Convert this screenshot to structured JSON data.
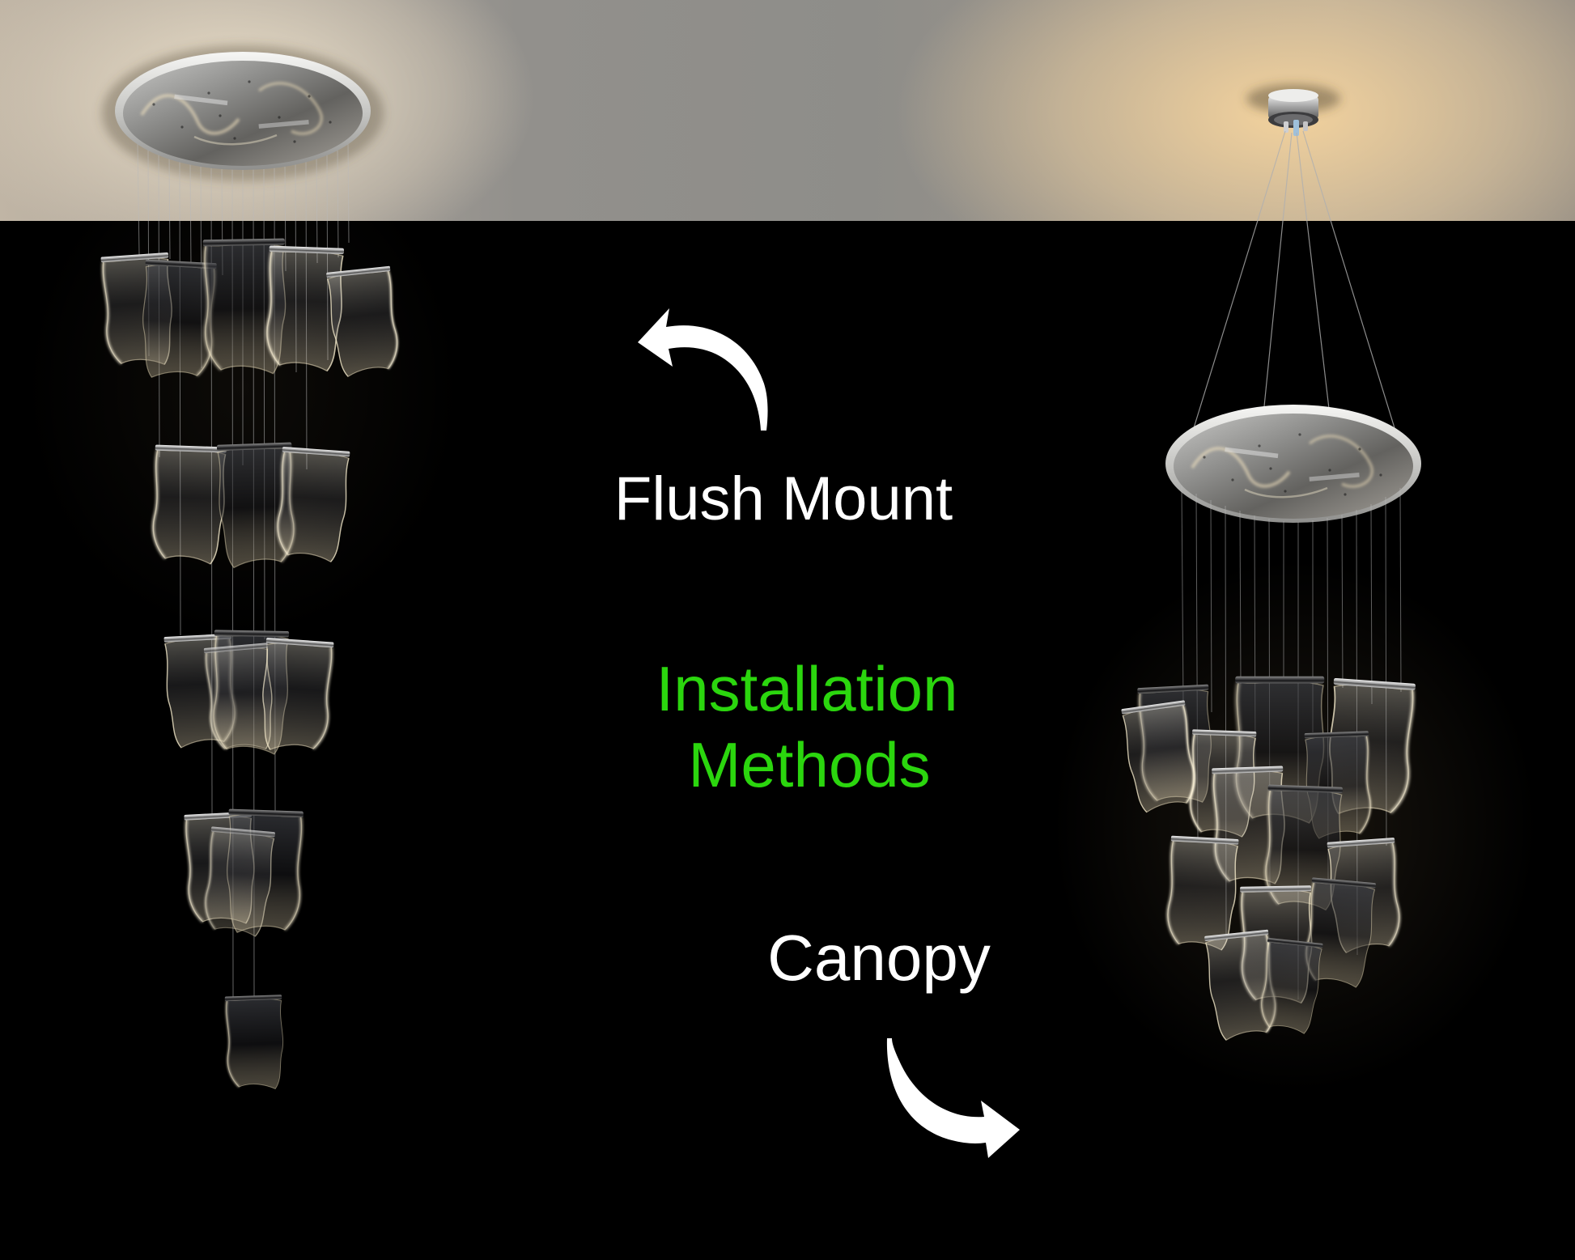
{
  "page": {
    "title": "Installation Methods"
  },
  "annotations": {
    "flush_mount_label": "Flush Mount",
    "installation_line1": "Installation",
    "installation_line2": "Methods",
    "canopy_label": "Canopy"
  },
  "colors": {
    "background": "#000000",
    "ceiling-gray": "#908f8b",
    "ceiling-warm-glow": "#eed3a8",
    "ceiling-cream": "#e9ddc6",
    "accent-green": "#2bd60e",
    "text-white": "#ffffff",
    "arrow-white": "#ffffff",
    "chrome-light": "#d9d9d9",
    "cable-gray": "#b9b9b9",
    "panel-glow": "#fff3d2"
  }
}
